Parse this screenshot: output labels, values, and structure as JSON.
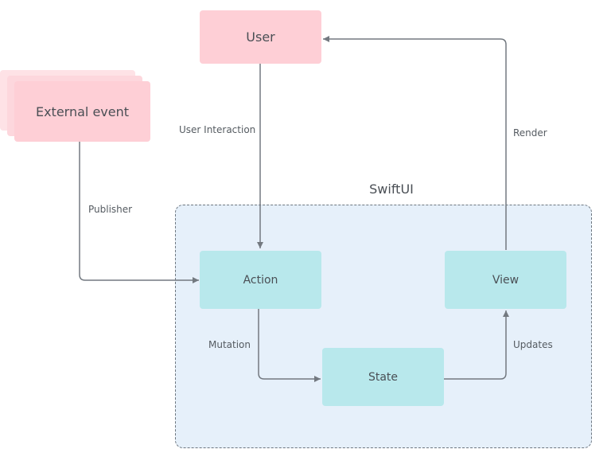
{
  "region": {
    "title": "SwiftUI"
  },
  "nodes": {
    "user": "User",
    "external_event": "External event",
    "action": "Action",
    "view": "View",
    "state": "State"
  },
  "edges": {
    "user_interaction": "User Interaction",
    "render": "Render",
    "publisher": "Publisher",
    "mutation": "Mutation",
    "updates": "Updates"
  },
  "colors": {
    "external_node": "#fecfd6",
    "internal_node": "#b8e8ec",
    "region_fill": "#e6f0fa",
    "region_border": "#6e7780",
    "arrow": "#737980"
  }
}
